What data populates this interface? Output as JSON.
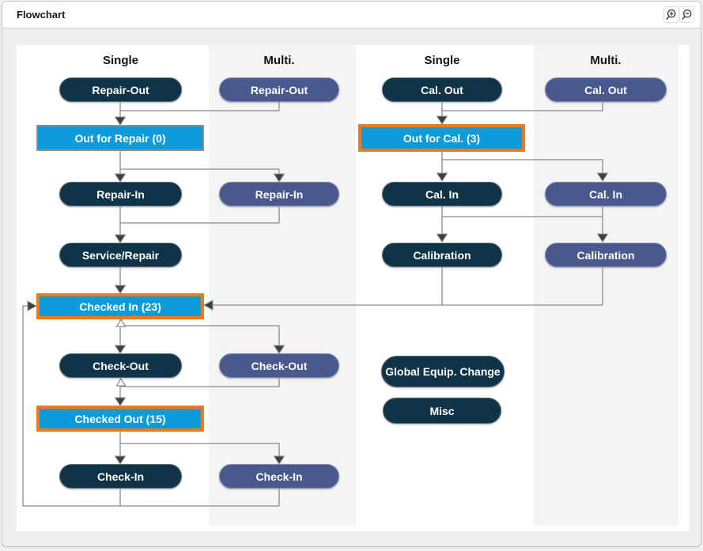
{
  "header": {
    "title": "Flowchart"
  },
  "toolbar": {
    "zoom_in_icon": "magnifier-plus-icon",
    "zoom_out_icon": "magnifier-minus-icon"
  },
  "colors": {
    "single_node": "#0f3447",
    "multi_node": "#49598e",
    "status_fill": "#0d9bdc",
    "status_highlight_border": "#ef7a1d",
    "status_gray_border": "#8f8f8f",
    "connector_line": "#8a8a8a"
  },
  "column_headers": {
    "repair_single": "Single",
    "repair_multi": "Multi.",
    "cal_single": "Single",
    "cal_multi": "Multi."
  },
  "nodes": {
    "repair_out_single": {
      "label": "Repair-Out"
    },
    "repair_out_multi": {
      "label": "Repair-Out"
    },
    "out_for_repair": {
      "label": "Out for Repair (0)",
      "count": 0
    },
    "repair_in_single": {
      "label": "Repair-In"
    },
    "repair_in_multi": {
      "label": "Repair-In"
    },
    "service_repair": {
      "label": "Service/Repair"
    },
    "checked_in": {
      "label": "Checked In (23)",
      "count": 23
    },
    "check_out_single": {
      "label": "Check-Out"
    },
    "check_out_multi": {
      "label": "Check-Out"
    },
    "checked_out": {
      "label": "Checked Out (15)",
      "count": 15
    },
    "check_in_single": {
      "label": "Check-In"
    },
    "check_in_multi": {
      "label": "Check-In"
    },
    "cal_out_single": {
      "label": "Cal. Out"
    },
    "cal_out_multi": {
      "label": "Cal. Out"
    },
    "out_for_cal": {
      "label": "Out for Cal. (3)",
      "count": 3
    },
    "cal_in_single": {
      "label": "Cal. In"
    },
    "cal_in_multi": {
      "label": "Cal. In"
    },
    "calibration_single": {
      "label": "Calibration"
    },
    "calibration_multi": {
      "label": "Calibration"
    },
    "global_equip_change": {
      "label": "Global Equip. Change"
    },
    "misc": {
      "label": "Misc"
    }
  }
}
